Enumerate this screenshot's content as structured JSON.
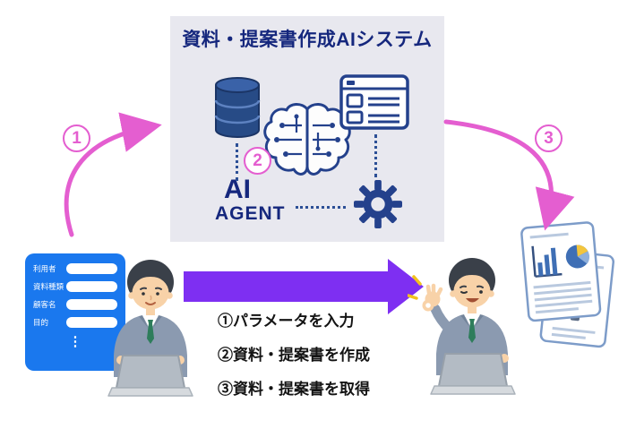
{
  "system_box": {
    "title": "資料・提案書作成AIシステム",
    "agent_line1": "AI",
    "agent_line2": "AGENT"
  },
  "badges": {
    "step1": "1",
    "step2": "2",
    "step3": "3"
  },
  "input_form": {
    "fields": [
      {
        "label": "利用者"
      },
      {
        "label": "資料種類"
      },
      {
        "label": "顧客名"
      },
      {
        "label": "目的"
      }
    ],
    "more_indicator": "⋮"
  },
  "process_steps": {
    "items": [
      "①パラメータを入力",
      "②資料・提案書を作成",
      "③資料・提案書を取得"
    ]
  },
  "icons": {
    "database": "database-icon",
    "brain": "ai-brain-circuit-icon",
    "window": "document-window-icon",
    "gear": "gear-icon",
    "documents": "output-documents-icon",
    "laptop": "laptop-icon"
  },
  "colors": {
    "accent_pink": "#e45ed0",
    "arrow_purple": "#7e2ff2",
    "navy": "#24418c",
    "title_navy": "#15277d",
    "panel_blue": "#1a78ee",
    "box_bg": "#e8e8ef",
    "tie_green": "#2e7d5b",
    "highlight_yellow": "#f2c11d"
  }
}
